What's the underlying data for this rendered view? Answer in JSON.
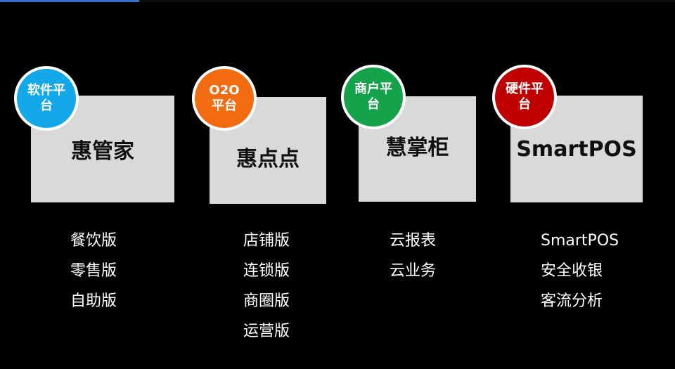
{
  "colors": {
    "background": "#000000",
    "card": "#d9d9d9",
    "badge_blue": "#13a9e8",
    "badge_orange": "#f26b10",
    "badge_green": "#14a24a",
    "badge_red": "#c00000"
  },
  "products": [
    {
      "badge": "软件平台",
      "title": "惠管家",
      "items": [
        "餐饮版",
        "零售版",
        "自助版"
      ]
    },
    {
      "badge": "O2O平台",
      "title": "惠点点",
      "items": [
        "店铺版",
        "连锁版",
        "商圈版",
        "运营版"
      ]
    },
    {
      "badge": "商户平台",
      "title": "慧掌柜",
      "items": [
        "云报表",
        "云业务"
      ]
    },
    {
      "badge": "硬件平台",
      "title": "SmartPOS",
      "items": [
        "SmartPOS",
        "安全收银",
        "客流分析"
      ]
    }
  ]
}
